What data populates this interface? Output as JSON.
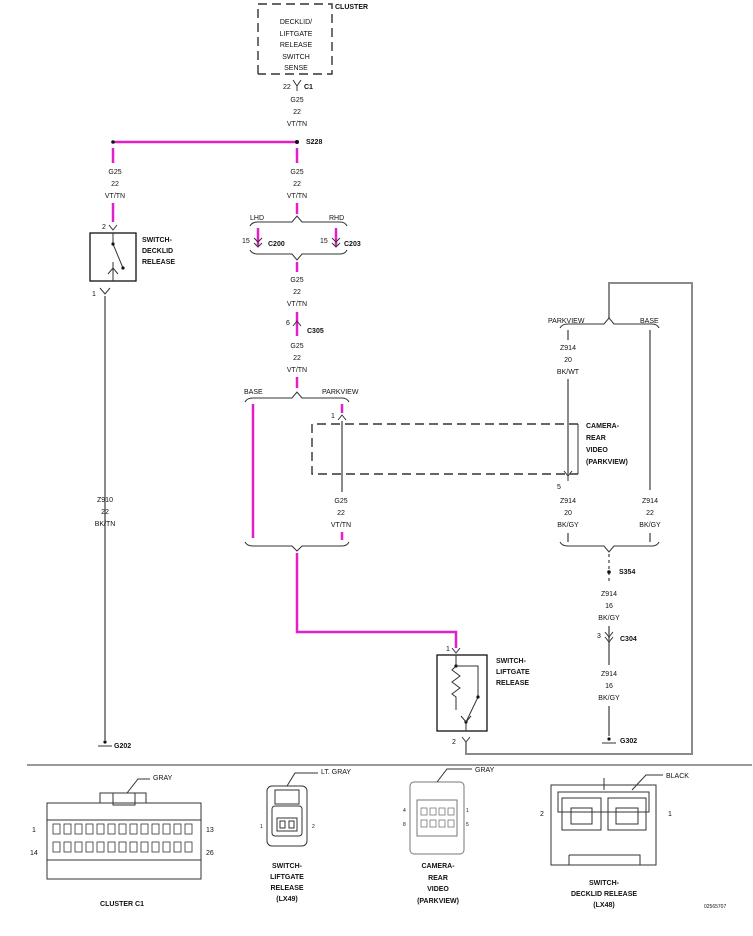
{
  "colors": {
    "violet_tan_wire": "#e020c8",
    "other_wire": "#8a8a8a",
    "line": "#333333"
  },
  "cluster": {
    "title": "CLUSTER",
    "function_lines": [
      "DECKLID/",
      "LIFTGATE",
      "RELEASE",
      "SWITCH",
      "SENSE"
    ],
    "pin": "22",
    "connector": "C1"
  },
  "wire_top": {
    "circuit": "G25",
    "gauge": "22",
    "color": "VT/TN"
  },
  "splice_s228": "S228",
  "wire_left": {
    "circuit": "G25",
    "gauge": "22",
    "color": "VT/TN"
  },
  "wire_center": {
    "circuit": "G25",
    "gauge": "22",
    "color": "VT/TN"
  },
  "switch_decklid": {
    "pin_top": "2",
    "label_lines": [
      "SWITCH-",
      "DECKLID",
      "RELEASE"
    ],
    "pin_bottom": "1"
  },
  "inline_c200": {
    "lhd": "LHD",
    "rhd": "RHD",
    "pin_lhd": "15",
    "conn_lhd": "C200",
    "pin_rhd": "15",
    "conn_rhd": "C203"
  },
  "wire_mid": {
    "circuit": "G25",
    "gauge": "22",
    "color": "VT/TN"
  },
  "inline_c305": {
    "pin": "6",
    "conn": "C305"
  },
  "wire_mid2": {
    "circuit": "G25",
    "gauge": "22",
    "color": "VT/TN"
  },
  "branch_center": {
    "base": "BASE",
    "parkview": "PARKVIEW"
  },
  "camera_pin_top": "1",
  "wire_camera": {
    "circuit": "G25",
    "gauge": "22",
    "color": "VT/TN"
  },
  "wire_decklid_ground": {
    "circuit": "Z910",
    "gauge": "22",
    "color": "BK/TN"
  },
  "ground_g202": "G202",
  "branch_right": {
    "parkview": "PARKVIEW",
    "base": "BASE"
  },
  "wire_z914_top": {
    "circuit": "Z914",
    "gauge": "20",
    "color": "BK/WT"
  },
  "camera": {
    "label_lines": [
      "CAMERA-",
      "REAR",
      "VIDEO",
      "(PARKVIEW)"
    ],
    "pin": "5"
  },
  "wire_z914_a": {
    "circuit": "Z914",
    "gauge": "20",
    "color": "BK/GY"
  },
  "wire_z914_b": {
    "circuit": "Z914",
    "gauge": "22",
    "color": "BK/GY"
  },
  "splice_s354": "S354",
  "wire_z914_c": {
    "circuit": "Z914",
    "gauge": "16",
    "color": "BK/GY"
  },
  "inline_c304": {
    "pin": "3",
    "conn": "C304"
  },
  "wire_z914_d": {
    "circuit": "Z914",
    "gauge": "16",
    "color": "BK/GY"
  },
  "ground_g302": "G302",
  "switch_liftgate": {
    "pin_top": "1",
    "label_lines": [
      "SWITCH-",
      "LIFTGATE",
      "RELEASE"
    ],
    "pin_bottom": "2"
  },
  "connectors": {
    "cluster_c1": {
      "color": "GRAY",
      "pins": [
        "1",
        "13",
        "14",
        "26"
      ],
      "name": "CLUSTER C1"
    },
    "lx49": {
      "color": "LT. GRAY",
      "pins": [
        "1",
        "2"
      ],
      "name_lines": [
        "SWITCH-",
        "LIFTGATE",
        "RELEASE",
        "(LX49)"
      ]
    },
    "camera": {
      "color": "GRAY",
      "pins": [
        "4",
        "1",
        "8",
        "5"
      ],
      "name_lines": [
        "CAMERA-",
        "REAR",
        "VIDEO",
        "(PARKVIEW)"
      ]
    },
    "lx48": {
      "color": "BLACK",
      "pins": [
        "2",
        "1"
      ],
      "name_lines": [
        "SWITCH-",
        "DECKLID RELEASE",
        "(LX48)"
      ]
    }
  },
  "figure_id": "02565707"
}
